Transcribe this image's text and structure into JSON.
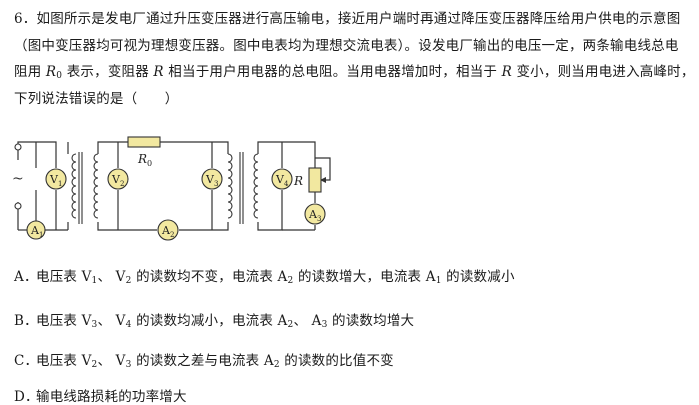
{
  "question": {
    "number": "6．",
    "l1": "如图所示是发电厂通过升压变压器进行高压输电，接近用户端时再通过降压变压器降压给用户供电的示意图",
    "l2": "（图中变压器均可视为理想变压器。图中电表均为理想交流电表）。设发电厂输出的电压一定，两条输电线总电",
    "l3_a": "阻用",
    "l3_sym": "R",
    "l3_sub": "0",
    "l3_b": "表示，变阻器",
    "l3_sym2": "R",
    "l3_c": "相当于用户用电器的总电阻。当用电器增加时，相当于",
    "l3_sym3": "R",
    "l3_d": "变小，则当用电进入高峰时，",
    "l4": "下列说法错误的是（　　）"
  },
  "figure": {
    "source_symbol": "~",
    "r0_label": "R",
    "r0_sub": "0",
    "r_label": "R",
    "meters": {
      "V1": {
        "l": "V",
        "s": "1"
      },
      "V2": {
        "l": "V",
        "s": "2"
      },
      "V3": {
        "l": "V",
        "s": "3"
      },
      "V4": {
        "l": "V",
        "s": "4"
      },
      "A1": {
        "l": "A",
        "s": "1"
      },
      "A2": {
        "l": "A",
        "s": "2"
      },
      "A3": {
        "l": "A",
        "s": "3"
      }
    },
    "colors": {
      "wire": "#333333",
      "meter_fill": "#f2e8a0",
      "resistor_fill": "#f2e8a0"
    }
  },
  "options": {
    "A": {
      "label": "A．",
      "t1": "电压表 V",
      "s1": "1",
      "t2": "、 V",
      "s2": "2",
      "t3": "的读数均不变，电流表 A",
      "s3": "2",
      "t4": "的读数增大，电流表 A",
      "s4": "1",
      "t5": "的读数减小"
    },
    "B": {
      "label": "B．",
      "t1": "电压表 V",
      "s1": "3",
      "t2": "、 V",
      "s2": "4",
      "t3": "的读数均减小，电流表 A",
      "s3": "2",
      "t4": "、 A",
      "s4": "3",
      "t5": "的读数均增大"
    },
    "C": {
      "label": "C．",
      "t1": "电压表 V",
      "s1": "2",
      "t2": "、 V",
      "s2": "3",
      "t3": "的读数之差与电流表 A",
      "s3": "2",
      "t4": "的读数的比值不变"
    },
    "D": {
      "label": "D．",
      "t1": "输电线路损耗的功率增大"
    }
  }
}
